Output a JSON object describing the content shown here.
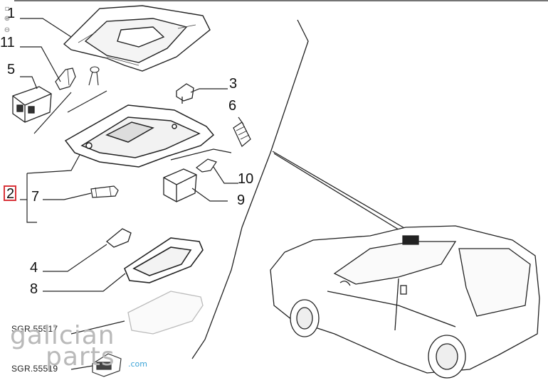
{
  "diagram": {
    "callouts": [
      {
        "id": "1",
        "label": "1"
      },
      {
        "id": "11",
        "label": "11"
      },
      {
        "id": "5",
        "label": "5"
      },
      {
        "id": "3",
        "label": "3"
      },
      {
        "id": "6",
        "label": "6"
      },
      {
        "id": "10",
        "label": "10"
      },
      {
        "id": "2",
        "label": "2"
      },
      {
        "id": "7",
        "label": "7"
      },
      {
        "id": "9",
        "label": "9"
      },
      {
        "id": "4",
        "label": "4"
      },
      {
        "id": "8",
        "label": "8"
      }
    ],
    "highlight_color": "#d9343a",
    "references": [
      "SGR.55517",
      "SGR.55519"
    ]
  },
  "toolbar": {
    "zoom_in_icon": "magnify-plus-icon",
    "zoom_out_icon": "magnify-minus-icon"
  },
  "watermark": {
    "line1": "galician",
    "line2": "parts",
    "domain": ".com",
    "accent": "#3aa3d6"
  }
}
